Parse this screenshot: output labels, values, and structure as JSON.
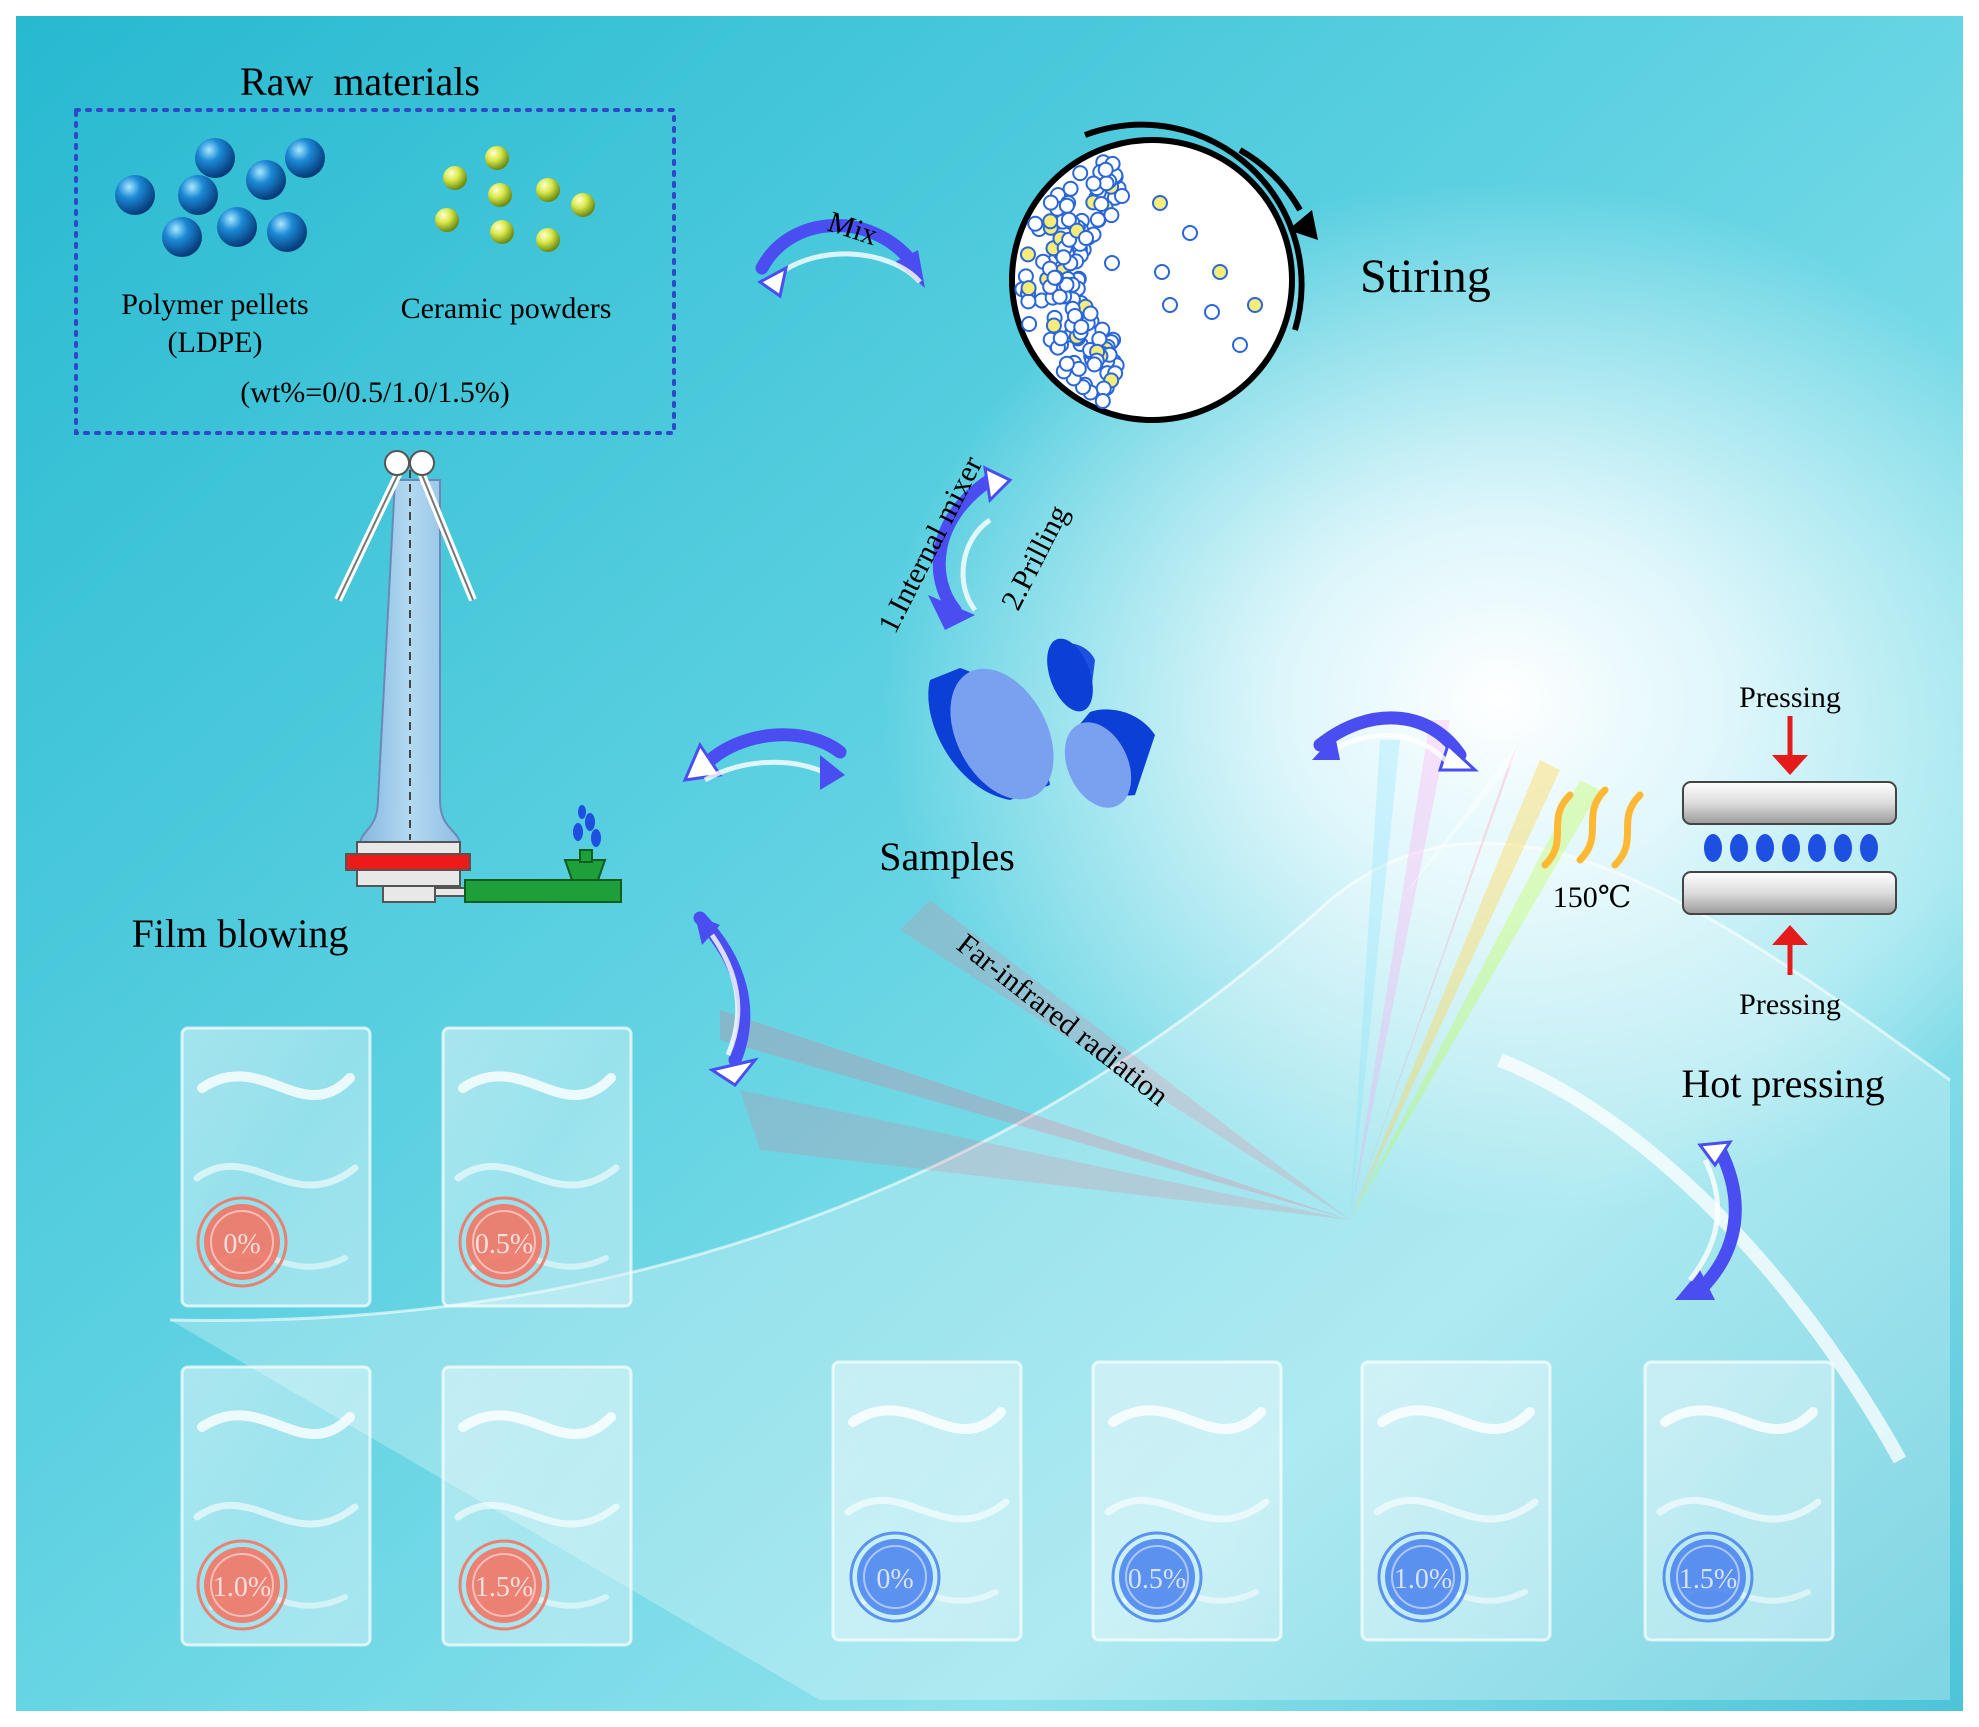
{
  "raw_materials": {
    "title": "Raw  materials",
    "polymer_label_line1": "Polymer pellets",
    "polymer_label_line2": "(LDPE)",
    "ceramic_label": "Ceramic powders",
    "wt_label": "(wt%=0/0.5/1.0/1.5%)"
  },
  "steps": {
    "mix": "Mix",
    "stirring": "Stiring",
    "internal_mixer": "1.Internal mixer",
    "prilling": "2.Prilling",
    "samples": "Samples",
    "film_blowing": "Film blowing",
    "hot_pressing": "Hot pressing",
    "pressing_top": "Pressing",
    "pressing_bottom": "Pressing",
    "temperature": "150℃",
    "far_infrared": "Far-infrared radiation"
  },
  "film_samples": {
    "blown": [
      "0%",
      "0.5%",
      "1.0%",
      "1.5%"
    ],
    "pressed": [
      "0%",
      "0.5%",
      "1.0%",
      "1.5%"
    ]
  },
  "colors": {
    "background": "#3ec3d6",
    "arrow_blue": "#4a4ef0",
    "blown_badge": "#f27565",
    "pressed_badge": "#4f86ee",
    "heater": "#ffb833",
    "press_arrow": "#e51b1b",
    "extruder_green": "#1f9f3a"
  }
}
